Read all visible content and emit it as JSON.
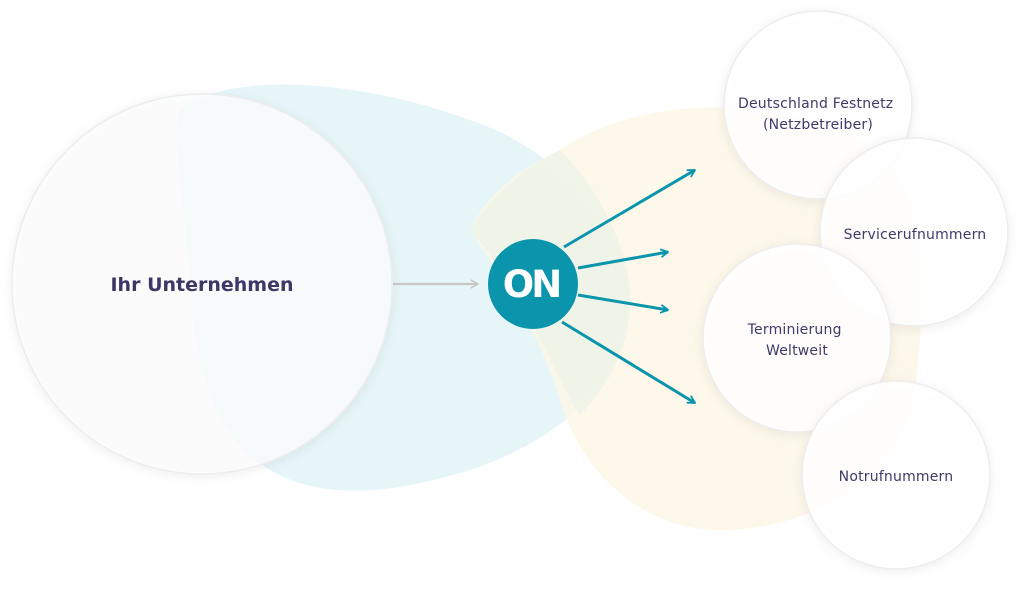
{
  "source": {
    "label": "Ihr Unternehmen"
  },
  "hub": {
    "logo_text": "ON",
    "color": "#0b95ad"
  },
  "targets": [
    {
      "line1": "Deutschland Festnetz",
      "line2": "(Netzbetreiber)"
    },
    {
      "line1": "Servicerufnummern",
      "line2": ""
    },
    {
      "line1": "Terminierung",
      "line2": "Weltweit"
    },
    {
      "line1": "Notrufnummern",
      "line2": ""
    }
  ],
  "colors": {
    "arrow": "#0b95ad",
    "input_arrow": "#c7c7c7",
    "text": "#3f3a68",
    "blob_left": "#e3f3f7",
    "blob_right": "#fdf8ea"
  }
}
